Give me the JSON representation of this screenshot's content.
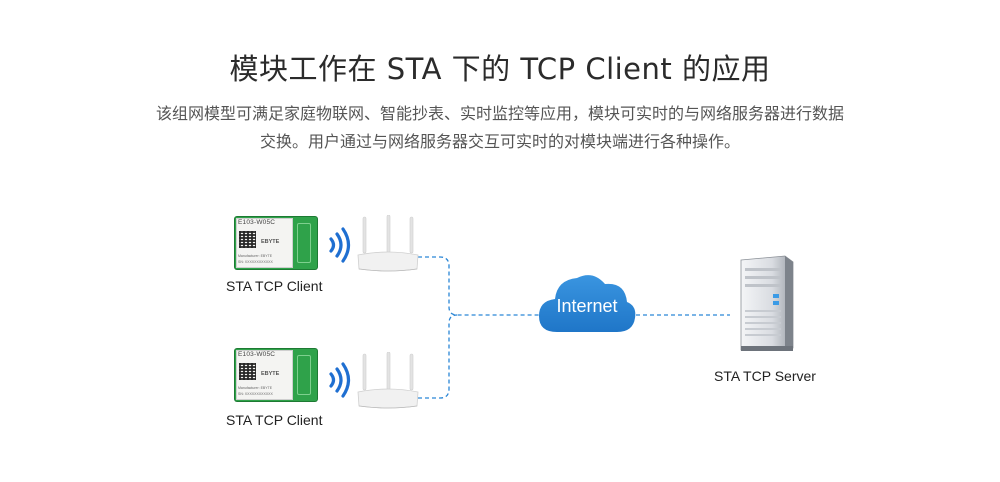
{
  "title": "模块工作在 STA 下的 TCP Client 的应用",
  "description": "该组网模型可满足家庭物联网、智能抄表、实时监控等应用，模块可实时的与网络服务器进行数据交换。用户通过与网络服务器交互可实时的对模块端进行各种操作。",
  "clients": [
    {
      "label": "STA  TCP Client",
      "module_model": "E103-W05C",
      "module_brand": "EBYTE",
      "module_mfr": "Manufacturer: EBYTE",
      "module_sn": "SN: XXXXXXXXXXXX"
    },
    {
      "label": "STA  TCP Client",
      "module_model": "E103-W05C",
      "module_brand": "EBYTE",
      "module_mfr": "Manufacturer: EBYTE",
      "module_sn": "SN: XXXXXXXXXXXX"
    }
  ],
  "cloud": {
    "label": "Internet",
    "color": "#2a86d6"
  },
  "server": {
    "label": "STA  TCP  Server"
  },
  "colors": {
    "link": "#2a86d6",
    "module_green": "#2fa24a",
    "wifi_blue": "#1f6fd1"
  }
}
